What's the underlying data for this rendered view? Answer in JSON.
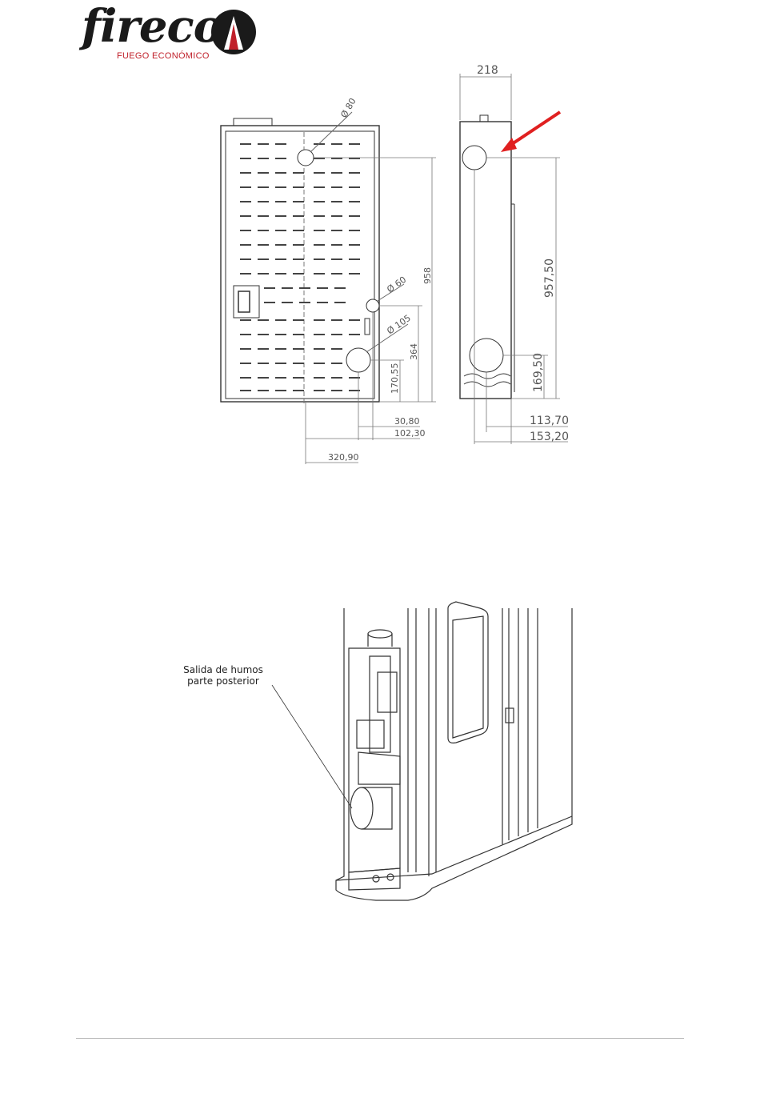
{
  "logo": {
    "wordmark": "fireco",
    "tagline": "FUEGO ECONÓMICO",
    "accent_color": "#c0202a"
  },
  "front_view": {
    "dims": {
      "d_top": "Ø 80",
      "d_mid": "Ø 60",
      "d_low": "Ø 105",
      "h_total": "958",
      "h_364": "364",
      "h_170": "170,55",
      "w_30": "30,80",
      "w_102": "102,30",
      "w_320": "320,90"
    }
  },
  "side_view": {
    "dims": {
      "w_top": "218",
      "h_957": "957,50",
      "h_169": "169,50",
      "w_113": "113,70",
      "w_153": "153,20"
    },
    "arrow_color": "#e02020"
  },
  "iso_view": {
    "callout_line1": "Salida de humos",
    "callout_line2": "parte posterior"
  }
}
